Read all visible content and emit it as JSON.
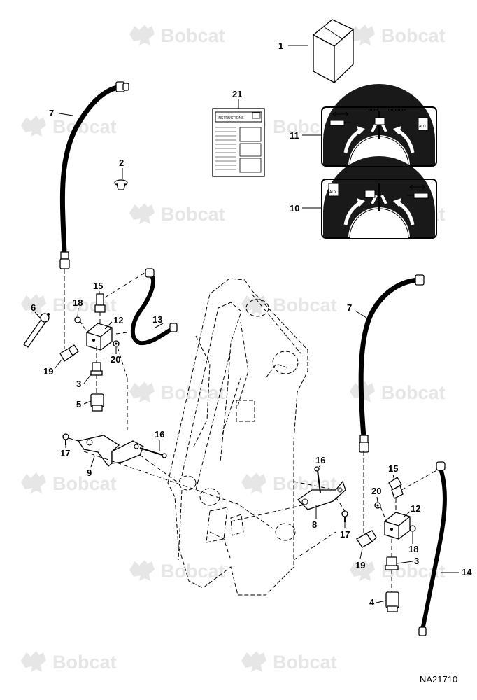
{
  "watermark_text": "Bobcat",
  "drawing_ref": "NA21710",
  "manual_label": "INSTRUCTIONS",
  "decal_labels": {
    "aux_left": "AUX",
    "aux_right": "AUX"
  },
  "callouts": {
    "c1": "1",
    "c2": "2",
    "c3a": "3",
    "c3b": "3",
    "c4": "4",
    "c5": "5",
    "c6": "6",
    "c7a": "7",
    "c7b": "7",
    "c8": "8",
    "c9": "9",
    "c10": "10",
    "c11": "11",
    "c12a": "12",
    "c12b": "12",
    "c13": "13",
    "c14": "14",
    "c15a": "15",
    "c15b": "15",
    "c16a": "16",
    "c16b": "16",
    "c17a": "17",
    "c17b": "17",
    "c18a": "18",
    "c18b": "18",
    "c19a": "19",
    "c19b": "19",
    "c20a": "20",
    "c20b": "20",
    "c21": "21"
  }
}
